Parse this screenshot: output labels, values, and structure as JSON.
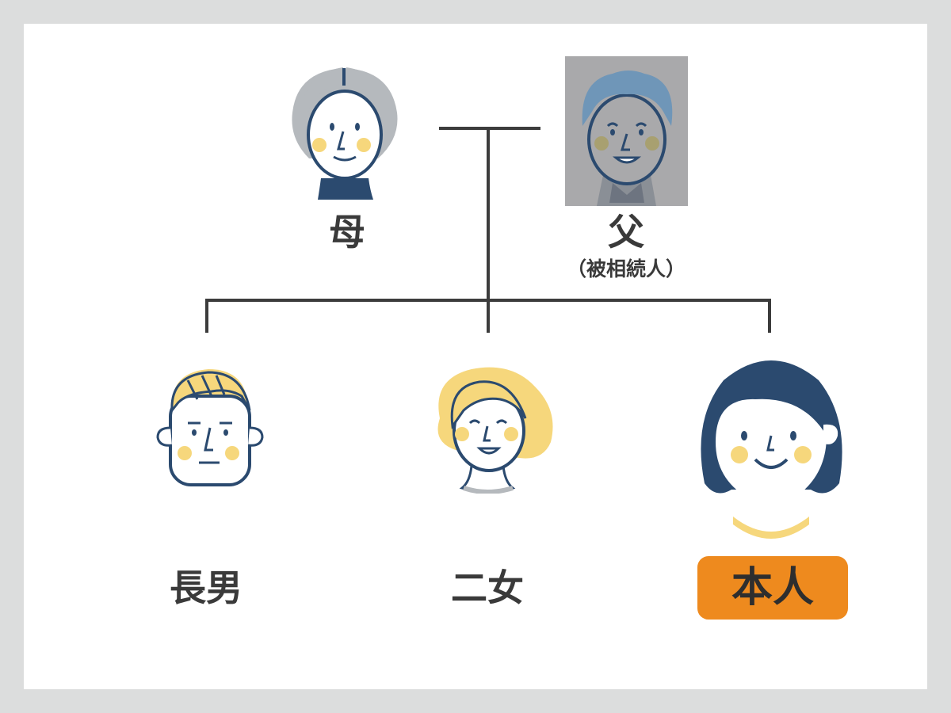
{
  "people": {
    "mother": {
      "label": "母"
    },
    "father": {
      "label": "父",
      "sublabel": "（被相続人）"
    },
    "eldest_son": {
      "label": "長男"
    },
    "second_daughter": {
      "label": "二女"
    },
    "self": {
      "label": "本人"
    }
  },
  "colors": {
    "navy": "#2b4a6f",
    "yellow": "#f6d77c",
    "line": "#3c3c3c",
    "self_badge": "#ee8a1e",
    "deceased_overlay": "#a9a9ab",
    "background": "#dcdddd",
    "card": "#ffffff"
  }
}
